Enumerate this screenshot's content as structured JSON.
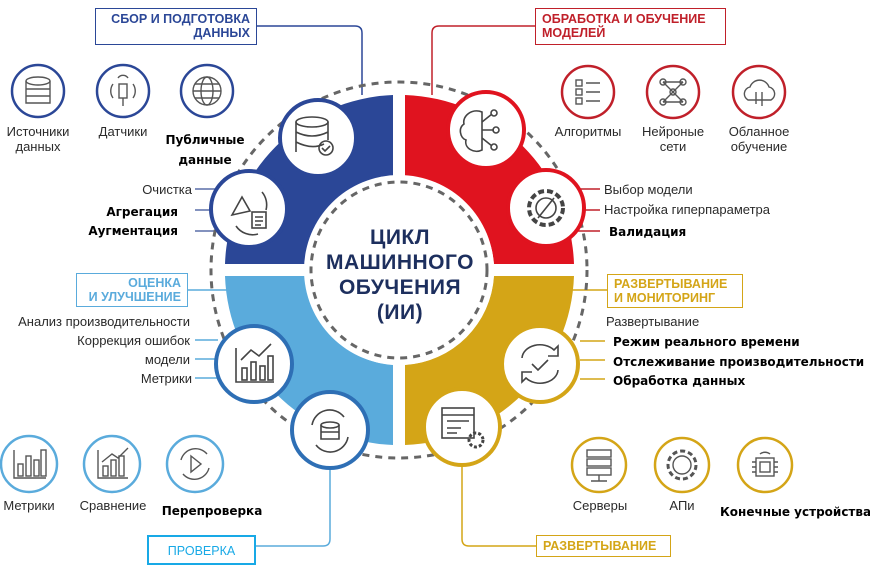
{
  "center_title": [
    "ЦИКЛ",
    "МАШИННОГО",
    "ОБУЧЕНИЯ",
    "(ИИ)"
  ],
  "colors": {
    "data": "#2b4797",
    "model": "#e0131f",
    "deploy": "#d4a517",
    "eval": "#5aabdc",
    "check": "#18a9e6"
  },
  "data_stage": {
    "title": [
      "СБОР И ПОДГОТОВКА",
      "ДАННЫХ"
    ],
    "sources": [
      {
        "label": [
          "Источники",
          "данных"
        ],
        "icon": "database-icon"
      },
      {
        "label": [
          "Датчики"
        ],
        "icon": "sensor-icon"
      },
      {
        "label": [
          "Публичные",
          "данные"
        ],
        "icon": "globe-icon"
      }
    ],
    "steps": [
      "Очистка",
      "Агрегация",
      "Аугментация"
    ]
  },
  "model_stage": {
    "title": [
      "ОБРАБОТКА И ОБУЧЕНИЕ",
      "МОДЕЛЕЙ"
    ],
    "items": [
      {
        "label": [
          "Алгоритмы"
        ],
        "icon": "list-icon"
      },
      {
        "label": [
          "Нейроные",
          "сети"
        ],
        "icon": "neural-network-icon"
      },
      {
        "label": [
          "Обланное",
          "обучение"
        ],
        "icon": "cloud-icon"
      }
    ],
    "steps": [
      "Выбор модели",
      "Настройка гиперпараметра",
      "Валидация"
    ]
  },
  "deploy_stage": {
    "title": [
      "РАЗВЕРТЫВАНИЕ",
      "И МОНИТОРИНГ"
    ],
    "subtitle": "Развертывание",
    "steps": [
      "Режим реального времени",
      "Отслеживание производительности",
      "Обработка данных"
    ],
    "items": [
      {
        "label": "Серверы",
        "icon": "server-icon"
      },
      {
        "label": "АПи",
        "icon": "api-icon"
      },
      {
        "label": "Конечные устройства",
        "icon": "chip-icon"
      }
    ],
    "bottom_label": "РАЗВЕРТЫВАНИЕ"
  },
  "eval_stage": {
    "title": [
      "ОЦЕНКА",
      "И УЛУЧШЕНИЕ"
    ],
    "steps": [
      "Анализ производительности",
      "Коррекция ошибок",
      "модели",
      "Метрики"
    ],
    "items": [
      {
        "label": "Метрики",
        "icon": "bar-chart-icon"
      },
      {
        "label": "Сравнение",
        "icon": "trend-chart-icon"
      },
      {
        "label": "Перепроверка",
        "icon": "replay-icon"
      }
    ],
    "bottom_label": "ПРОВЕРКА"
  }
}
